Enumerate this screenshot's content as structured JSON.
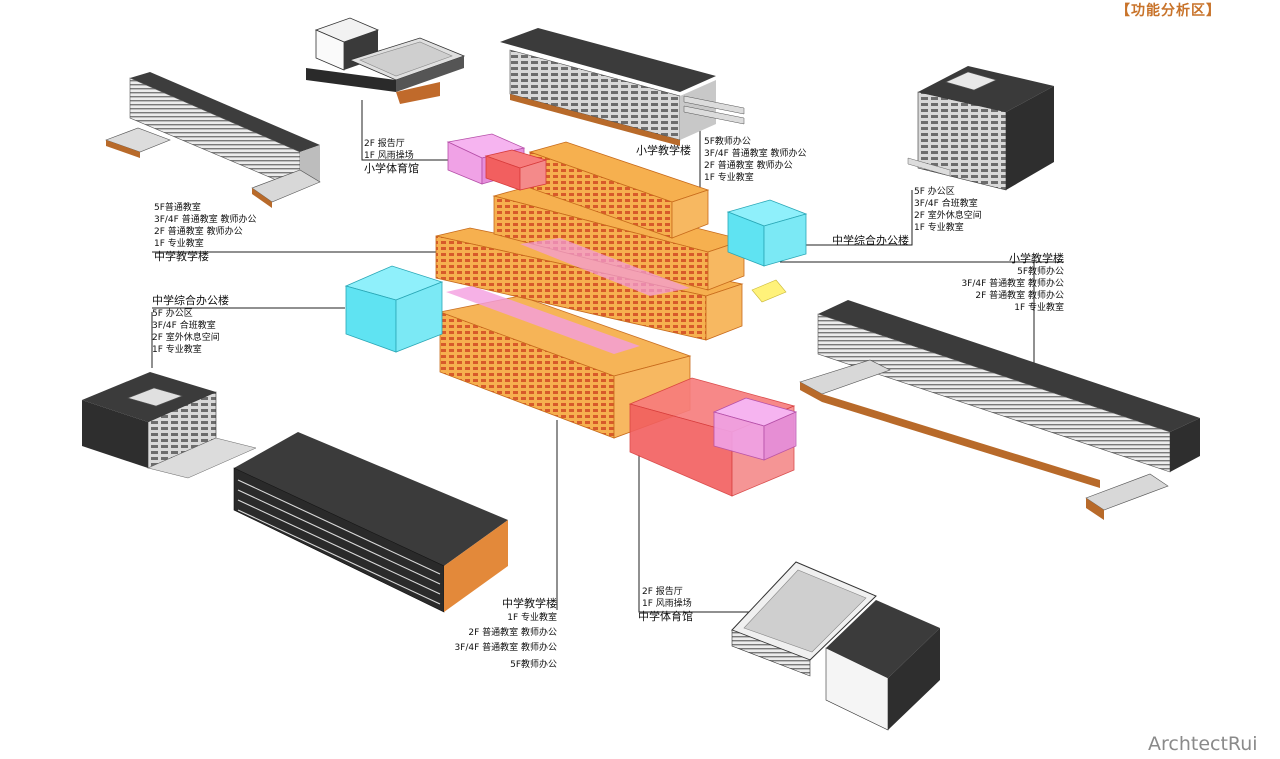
{
  "header": {
    "tag": "【功能分析区】"
  },
  "watermark": "ArchtectRui",
  "colors": {
    "orange": "#f5a94a",
    "red": "#f56b6b",
    "pink": "#f49de0",
    "cyan": "#5fe3f2",
    "roof": "#4a4a4a",
    "wall": "#e8e8e8"
  },
  "labels": {
    "primary_gym_top": {
      "lines": [
        "2F  报告厅",
        "1F  风雨操场"
      ],
      "title": "小学体育馆"
    },
    "primary_teach_top": {
      "lines": [
        "5F教师办公",
        "3F/4F  普通教室  教师办公",
        "2F  普通教室  教师办公",
        "1F  专业教室"
      ],
      "title": "小学教学楼"
    },
    "middle_teach_left": {
      "lines": [
        "5F普通教室",
        "3F/4F  普通教室  教师办公",
        "2F  普通教室  教师办公",
        "1F  专业教室"
      ],
      "title": "中学教学楼"
    },
    "middle_office_right": {
      "title": "中学综合办公楼",
      "lines": [
        "5F  办公区",
        "3F/4F  合班教室",
        "2F  室外休息空间",
        "1F  专业教室"
      ]
    },
    "primary_teach_right": {
      "title": "小学教学楼",
      "lines": [
        "5F教师办公",
        "3F/4F  普通教室  教师办公",
        "2F  普通教室  教师办公",
        "1F  专业教室"
      ]
    },
    "middle_office_left": {
      "title": "中学综合办公楼",
      "lines": [
        "5F  办公区",
        "3F/4F  合班教室",
        "2F  室外休息空间",
        "1F  专业教室"
      ]
    },
    "middle_teach_bottom": {
      "title": "中学教学楼",
      "lines": [
        "1F  专业教室",
        "2F  普通教室  教师办公",
        "3F/4F  普通教室  教师办公",
        "5F教师办公"
      ]
    },
    "middle_gym_bottom": {
      "lines": [
        "2F  报告厅",
        "1F  风雨操场"
      ],
      "title": "中学体育馆"
    }
  }
}
